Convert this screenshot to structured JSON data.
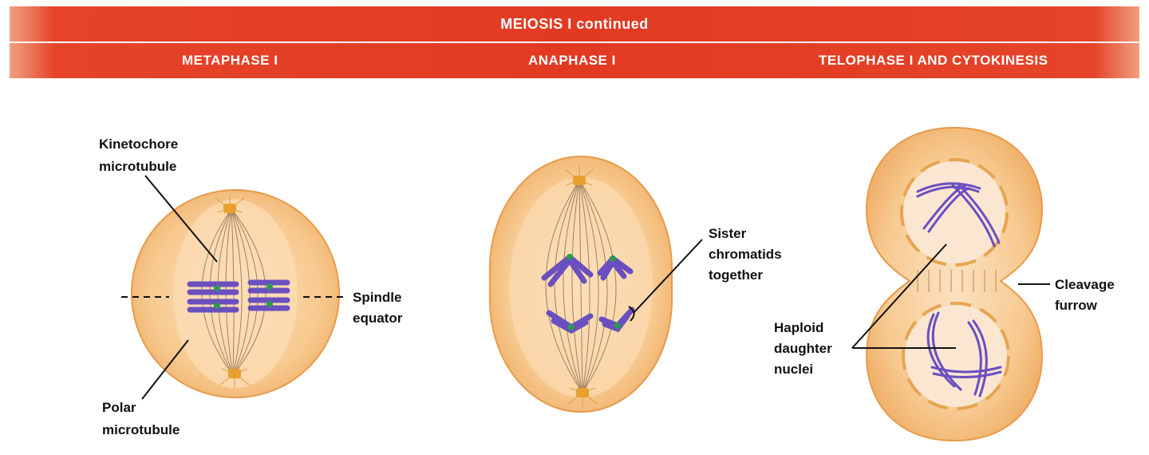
{
  "header": {
    "title": "MEIOSIS I continued",
    "phases": [
      "METAPHASE I",
      "ANAPHASE I",
      "TELOPHASE I AND CYTOKINESIS"
    ]
  },
  "metaphase": {
    "label_kinetochore": [
      "Kinetochore",
      "microtubule"
    ],
    "label_spindle": [
      "Spindle",
      "equator"
    ],
    "label_polar": [
      "Polar",
      "microtubule"
    ]
  },
  "anaphase": {
    "label_sister": [
      "Sister",
      "chromatids",
      "together"
    ]
  },
  "telophase": {
    "label_cleavage": [
      "Cleavage",
      "furrow"
    ],
    "label_haploid": [
      "Haploid",
      "daughter",
      "nuclei"
    ]
  },
  "colors": {
    "header_red": "#e23a22",
    "cell_fill": "#f7c98f",
    "cell_edge": "#e89a4a",
    "chromosome": "#6a4fc0",
    "kinetochore": "#2e9a4e",
    "centrosome": "#e8a030"
  }
}
